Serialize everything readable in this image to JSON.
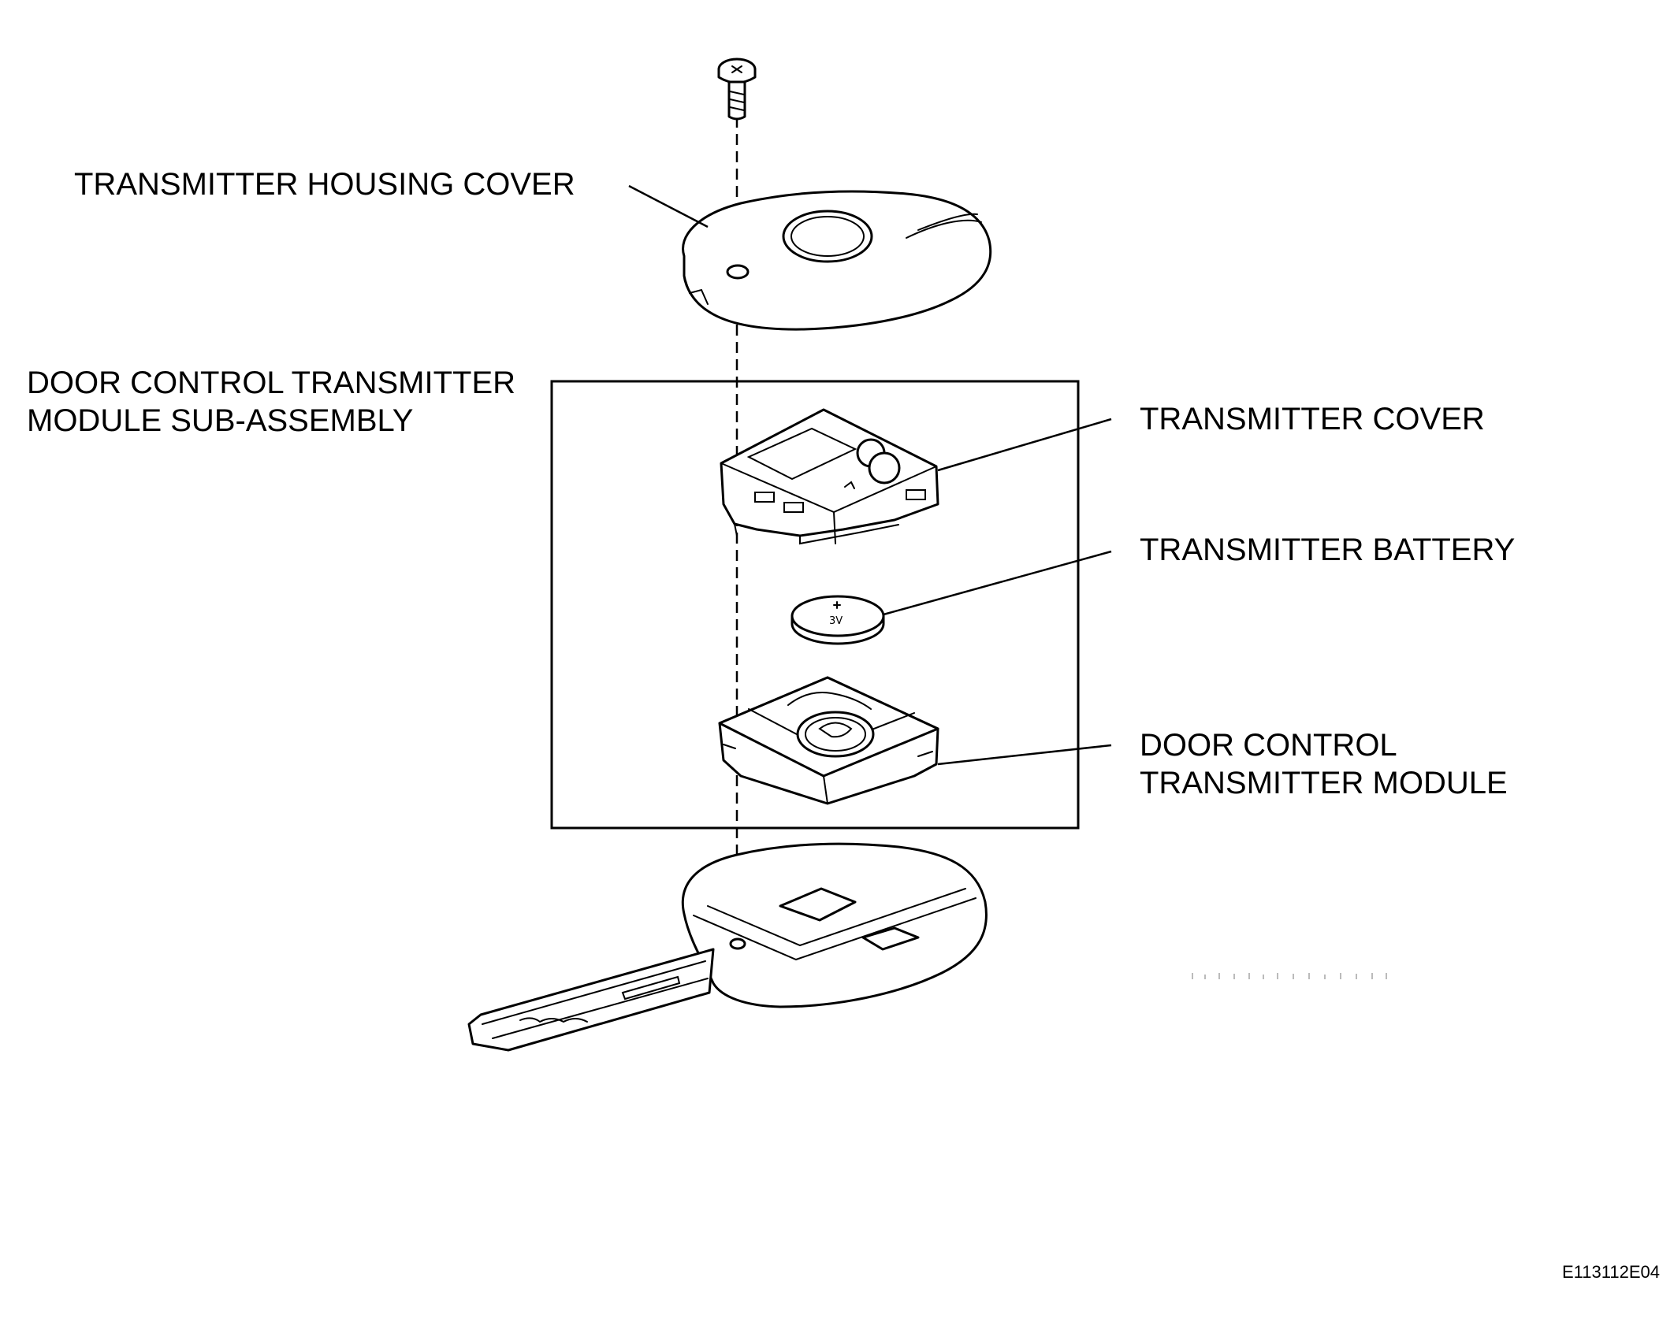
{
  "labels": {
    "housing_cover": "TRANSMITTER HOUSING COVER",
    "sub_assembly_line1": "DOOR CONTROL TRANSMITTER",
    "sub_assembly_line2": "MODULE SUB-ASSEMBLY",
    "transmitter_cover": "TRANSMITTER COVER",
    "transmitter_battery": "TRANSMITTER BATTERY",
    "module_line1": "DOOR CONTROL",
    "module_line2": "TRANSMITTER MODULE"
  },
  "battery_marking": "3V",
  "figure_code": "E113112E04"
}
